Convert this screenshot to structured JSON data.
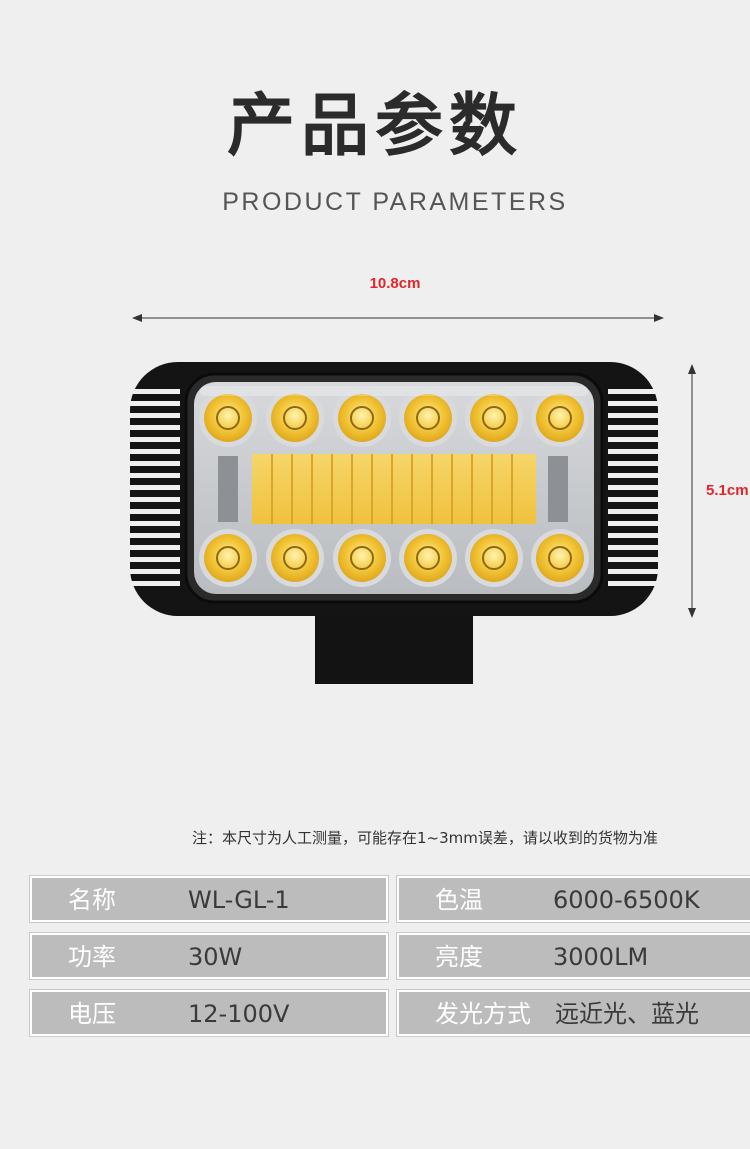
{
  "header": {
    "title": "产品参数",
    "subtitle": "PRODUCT PARAMETERS"
  },
  "dimensions": {
    "width": "10.8cm",
    "height": "5.1cm"
  },
  "note": "注：本尺寸为人工测量，可能存在1~3mm误差，请以收到的货物为准",
  "specs": {
    "left": [
      {
        "key": "名称",
        "value": "WL-GL-1"
      },
      {
        "key": "功率",
        "value": "30W"
      },
      {
        "key": "电压",
        "value": "12-100V"
      }
    ],
    "right": [
      {
        "key": "色温",
        "value": "6000-6500K"
      },
      {
        "key": "亮度",
        "value": "3000LM"
      },
      {
        "key": "发光方式",
        "value": "远近光、蓝光"
      }
    ]
  },
  "colors": {
    "accent_dimension": "#e0262b",
    "led_yellow": "#f2c230",
    "table_cell": "#bcbcbc"
  }
}
